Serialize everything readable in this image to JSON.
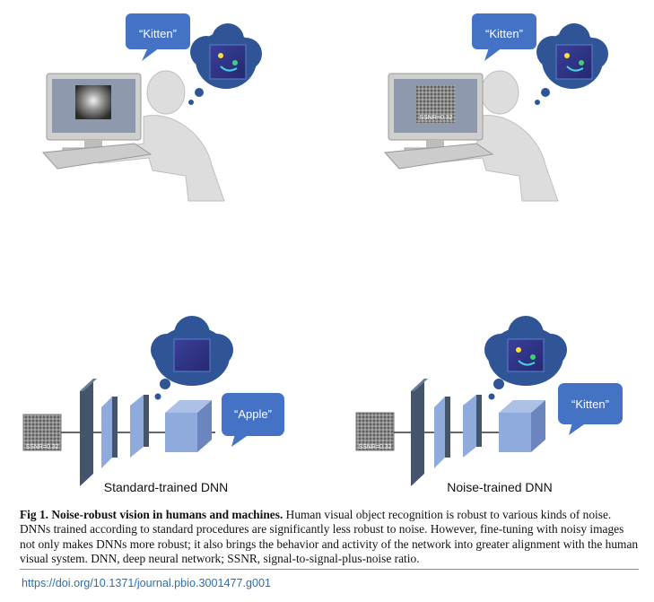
{
  "panels": {
    "human_left_speech": "“Kitten”",
    "human_right_speech": "“Kitten”",
    "screen_right_ssnr": "SSNR=0.32",
    "dnn_left_input_ssnr": "SSNR=0.32",
    "dnn_right_input_ssnr": "SSNR=0.32",
    "dnn_left_speech": "“Apple”",
    "dnn_right_speech": "“Kitten”",
    "dnn_left_title": "Standard-trained DNN",
    "dnn_right_title": "Noise-trained DNN"
  },
  "colors": {
    "speech_bubble": "#4472c4",
    "thought_bubble": "#2f5597",
    "person": "#d9d9d9",
    "network_dark": "#44546a",
    "network_light": "#8faadc"
  },
  "caption": {
    "lead": "Fig 1. Noise-robust vision in humans and machines.",
    "text": " Human visual object recognition is robust to various kinds of noise. DNNs trained according to standard procedures are significantly less robust to noise. However, fine-tuning with noisy images not only makes DNNs more robust; it also brings the behavior and activity of the network into greater alignment with the human visual system. DNN, deep neural network; SSNR, signal-to-signal-plus-noise ratio."
  },
  "doi": "https://doi.org/10.1371/journal.pbio.3001477.g001"
}
